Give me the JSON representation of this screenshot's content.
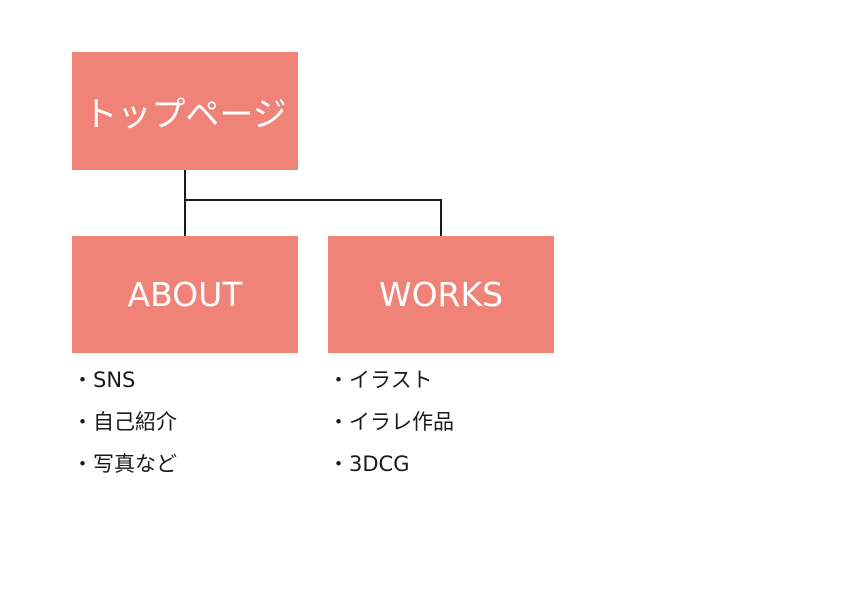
{
  "theme": {
    "box_color": "#ef8377",
    "box_text_color": "#ffffff",
    "line_color": "#1a1a1a"
  },
  "top_node": {
    "label": "トップページ"
  },
  "children": [
    {
      "label": "ABOUT",
      "items": [
        "・SNS",
        "・自己紹介",
        "・写真など"
      ]
    },
    {
      "label": "WORKS",
      "items": [
        "・イラスト",
        "・イラレ作品",
        "・3DCG"
      ]
    }
  ]
}
